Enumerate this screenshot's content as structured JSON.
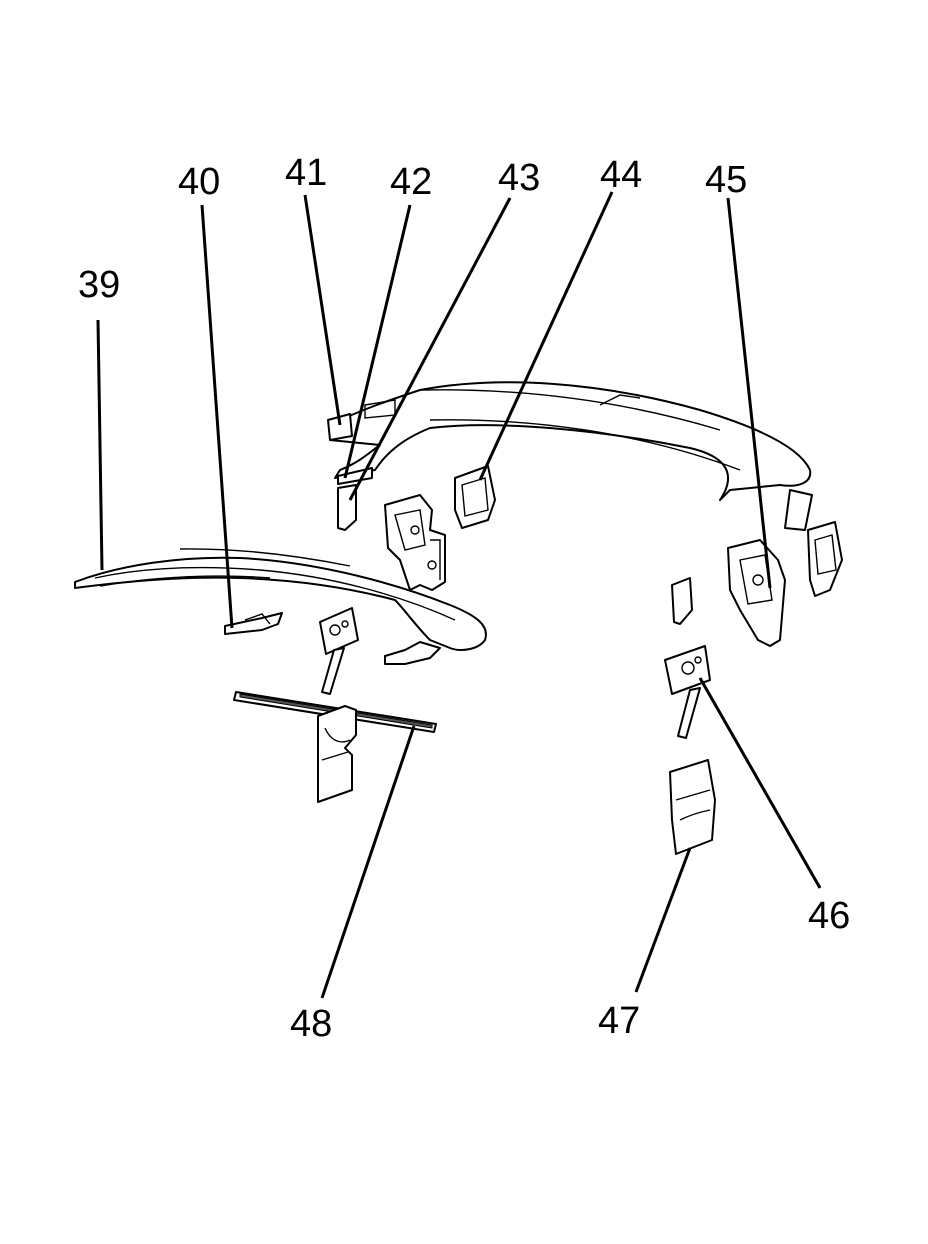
{
  "diagram": {
    "callouts": [
      {
        "id": "39",
        "label": "39"
      },
      {
        "id": "40",
        "label": "40"
      },
      {
        "id": "41",
        "label": "41"
      },
      {
        "id": "42",
        "label": "42"
      },
      {
        "id": "43",
        "label": "43"
      },
      {
        "id": "44",
        "label": "44"
      },
      {
        "id": "45",
        "label": "45"
      },
      {
        "id": "46",
        "label": "46"
      },
      {
        "id": "47",
        "label": "47"
      },
      {
        "id": "48",
        "label": "48"
      }
    ],
    "colors": {
      "line": "#000000",
      "background": "#ffffff"
    }
  }
}
